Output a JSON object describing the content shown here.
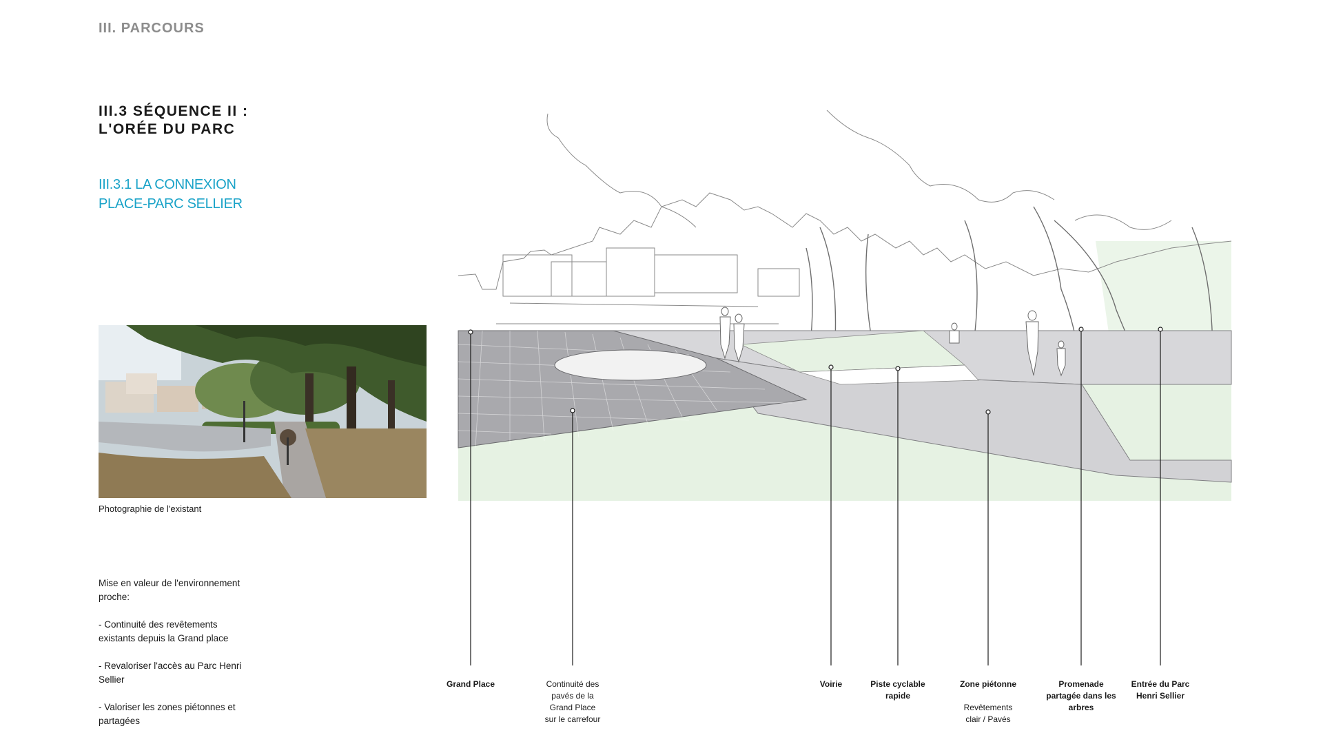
{
  "header": {
    "section": "III. PARCOURS"
  },
  "title": {
    "line1": "III.3 SÉQUENCE II :",
    "line2": "L'ORÉE DU PARC"
  },
  "subtitle": {
    "line1": "III.3.1 LA CONNEXION",
    "line2": "PLACE-PARC SELLIER"
  },
  "photo": {
    "caption": "Photographie de l'existant"
  },
  "body": {
    "intro1": "Mise en valeur de l'environnement",
    "intro2": "proche:",
    "item1a": "- Continuité des revêtements",
    "item1b": "existants depuis la Grand place",
    "item2a": "- Revaloriser l'accès au Parc Henri",
    "item2b": "Sellier",
    "item3a": "- Valoriser les zones piétonnes et",
    "item3b": "partagées"
  },
  "labels": {
    "grand_place": "Grand Place",
    "continuite_1": "Continuité des",
    "continuite_2": "pavés de la",
    "continuite_3": "Grand Place",
    "continuite_4": "sur le carrefour",
    "voirie": "Voirie",
    "piste_1": "Piste cyclable",
    "piste_2": "rapide",
    "zone_1": "Zone piétonne",
    "zone_2": "Revêtements",
    "zone_3": "clair / Pavés",
    "promenade_1": "Promenade",
    "promenade_2": "partagée dans les",
    "promenade_3": "arbres",
    "entree_1": "Entrée du Parc",
    "entree_2": "Henri Sellier"
  },
  "colors": {
    "accent": "#1aa3c8",
    "green_zone": "#e6f2e3",
    "paving": "#a9a9ad",
    "plaza": "#d7d7da"
  }
}
